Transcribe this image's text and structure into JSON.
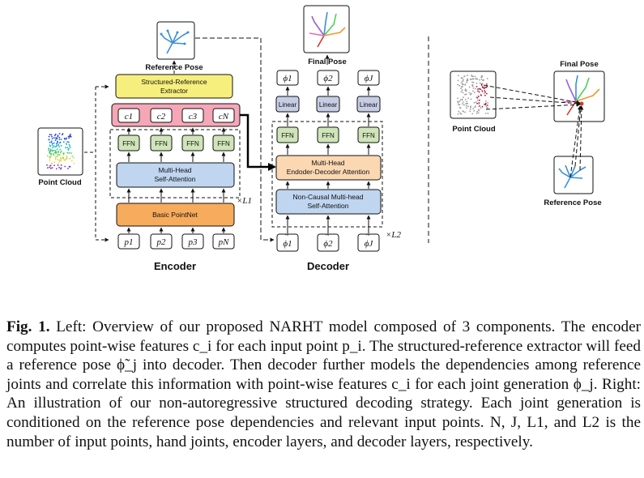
{
  "figure": {
    "reference_pose_top": "Reference Pose",
    "final_pose_top": "Final Pose",
    "point_cloud_left": "Point Cloud",
    "structured_extractor": [
      "Structured-Reference",
      "Extractor"
    ],
    "feature_tokens": [
      "c1",
      "c2",
      "c3",
      "cN"
    ],
    "ffn": "FFN",
    "self_attention": [
      "Multi-Head",
      "Self-Attention"
    ],
    "basic_pointnet": "Basic PointNet",
    "input_tokens": [
      "p1",
      "p2",
      "p3",
      "pN"
    ],
    "l1": "×L1",
    "encoder_label": "Encoder",
    "output_tokens": [
      "ϕ1",
      "ϕ2",
      "ϕJ"
    ],
    "linear": "Linear",
    "cross_attention": [
      "Multi-Head",
      "Endoder-Decoder Attention"
    ],
    "noncausal_attention": [
      "Non-Causal Multi-head",
      "Self-Attention"
    ],
    "ref_tokens": [
      "ϕ1",
      "ϕ2",
      "ϕJ"
    ],
    "l2": "×L2",
    "decoder_label": "Decoder",
    "right_point_cloud": "Point Cloud",
    "right_final_pose": "Final Pose",
    "right_reference_pose": "Reference Pose"
  },
  "caption": {
    "fig_label": "Fig. 1.",
    "text": "Left: Overview of our proposed NARHT model composed of 3 components. The encoder computes point-wise features c_i for each input point p_i. The structured-reference extractor will feed a reference pose ϕ̃_j into decoder. Then decoder further models the dependencies among reference joints and correlate this information with point-wise features c_i for each joint generation ϕ_j. Right: An illustration of our non-autoregressive structured decoding strategy. Each joint generation is conditioned on the reference pose dependencies and relevant input points. N, J, L1, and L2 is the number of input points, hand joints, encoder layers, and decoder layers, respectively."
  },
  "colors": {
    "yellow_box": "#f7ef7d",
    "pink_box": "#f5a7b8",
    "ffn_box": "#cfe5b9",
    "attn_box": "#bfd5f0",
    "pointnet_box": "#f7ab5c",
    "cross_attn_box": "#fbd8b2",
    "linear_box": "#c6cde4"
  }
}
